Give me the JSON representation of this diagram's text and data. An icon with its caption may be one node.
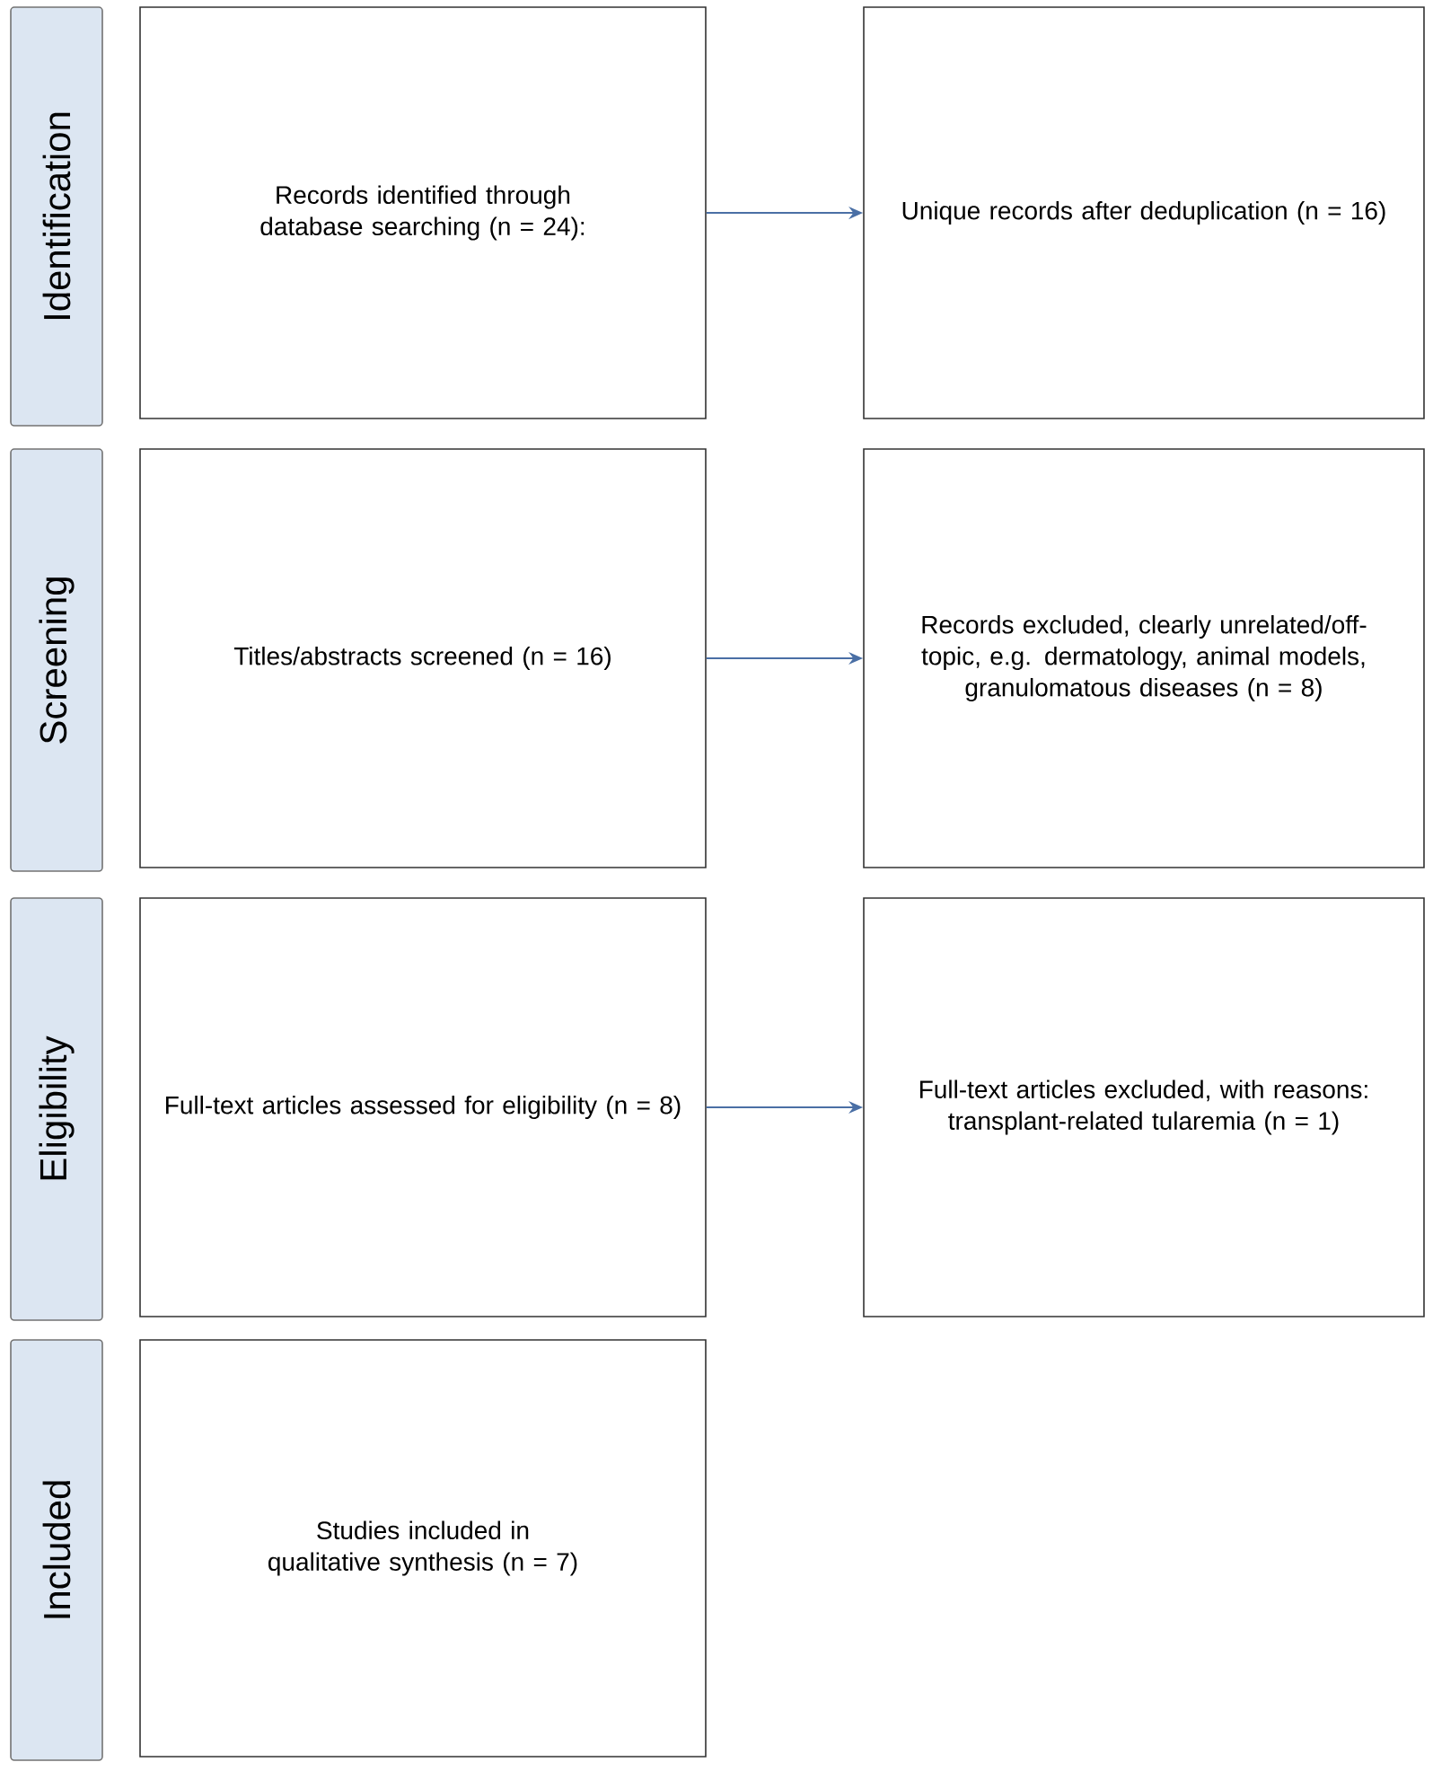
{
  "diagram": {
    "nodes": [
      {
        "text": [
          "Identification"
        ]
      },
      {
        "text": [
          "Records identified through database searching (n = 24):"
        ]
      },
      {
        "text": [
          "Unique records after deduplication (n = 16)"
        ]
      },
      {
        "text": [
          "Screening"
        ]
      },
      {
        "text": [
          "Titles/abstracts screened (n = 16)"
        ]
      },
      {
        "text": [
          "Records excluded, clearly unrelated/off-topic, e.g. dermatology, animal models, granulomatous diseases (n = 8)"
        ]
      },
      {
        "text": [
          "Eligibility"
        ]
      },
      {
        "text": [
          "Full-text articles assessed for eligibility (n = 8)"
        ]
      },
      {
        "text": [
          "Full-text articles excluded, with reasons: transplant-related tularemia (n = 1)"
        ]
      },
      {
        "text": [
          "Included"
        ]
      },
      {
        "text": [
          "Studies included in qualitative synthesis (n = 7)"
        ]
      }
    ],
    "edges": [
      {
        "from": 1,
        "to": 2,
        "arrow": "to"
      },
      {
        "from": 4,
        "to": 5,
        "arrow": "to"
      },
      {
        "from": 7,
        "to": 8,
        "arrow": "to"
      }
    ]
  }
}
